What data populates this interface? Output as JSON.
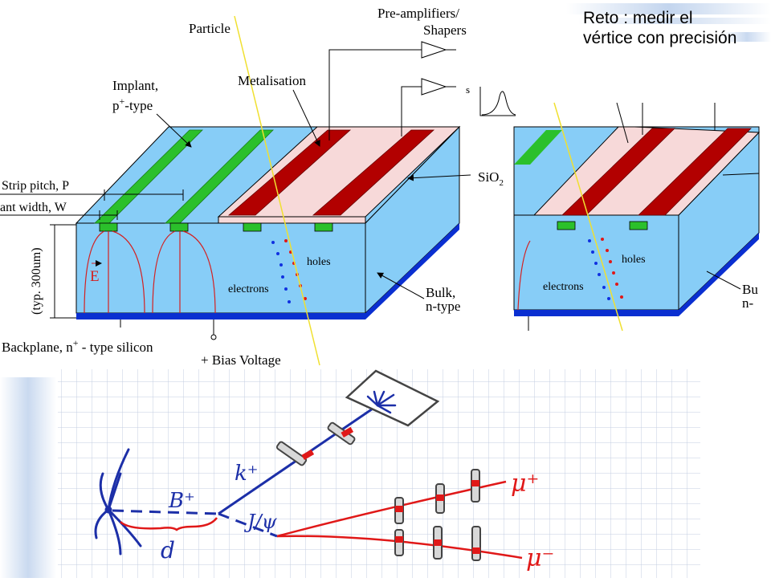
{
  "slide": {
    "callout_text": "Reto : medir el vértice con precisión"
  },
  "detector": {
    "particle": "Particle",
    "preamps_line1": "Pre-amplifiers/",
    "preamps_line2": "Shapers",
    "signal_label": "s",
    "metalisation": "Metalisation",
    "implant_line1": "Implant,",
    "implant_line2": "p",
    "implant_sup": "+",
    "implant_suffix": "-type",
    "strip_pitch": "Strip pitch, P",
    "implant_width": "ant width, W",
    "sio2": "SiO",
    "sio2_sub": "2",
    "thickness": "(typ. 300um)",
    "efield": "E",
    "holes": "holes",
    "electrons": "electrons",
    "bulk_line1": "Bulk,",
    "bulk_line2": "n-type",
    "backplane_prefix": "Backplane, n",
    "backplane_sup": "+",
    "backplane_suffix": " - type silicon",
    "bias": "+ Bias Voltage"
  },
  "detector_zoom": {
    "holes": "holes",
    "electrons": "electrons",
    "bulk_partial": "Bu",
    "ntype_partial": "n-"
  },
  "sketch": {
    "bplus": "B⁺",
    "kplus": "k⁺",
    "jpsi": "J/ψ",
    "muplus": "μ⁺",
    "muminus": "μ⁻",
    "decay_length": "d"
  },
  "colors": {
    "bulk": "#87cdf7",
    "oxide": "#f7d9d9",
    "implant": "#2bc02b",
    "metal": "#b20000",
    "backplane": "#0a2fd1",
    "track": "#f0e030",
    "ink_blue": "#1c2fa8",
    "ink_red": "#e01818"
  }
}
